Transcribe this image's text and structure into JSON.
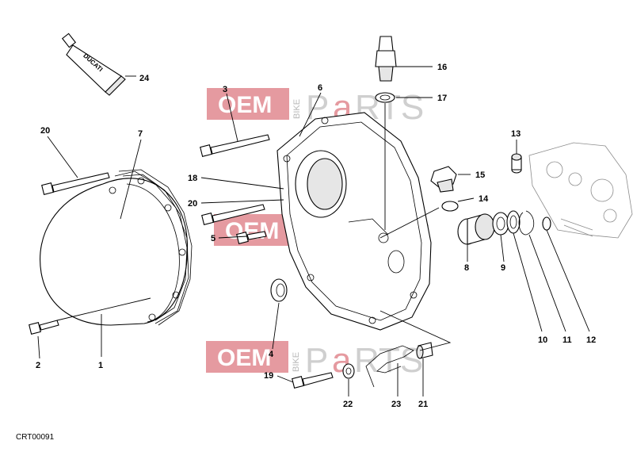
{
  "diagram_code": "CRT00091",
  "tube_text": "DUCATI",
  "watermark": {
    "oem": "OEM",
    "bike": "BIKE",
    "parts_prefix": "P",
    "parts_a": "a",
    "parts_suffix": "RTS"
  },
  "callouts": {
    "c1": "1",
    "c2": "2",
    "c3": "3",
    "c4": "4",
    "c5": "5",
    "c6": "6",
    "c7": "7",
    "c8": "8",
    "c9": "9",
    "c10": "10",
    "c11": "11",
    "c12": "12",
    "c13": "13",
    "c14": "14",
    "c15": "15",
    "c16": "16",
    "c17": "17",
    "c18": "18",
    "c19": "19",
    "c20a": "20",
    "c20b": "20",
    "c21": "21",
    "c22": "22",
    "c23": "23",
    "c24": "24"
  }
}
